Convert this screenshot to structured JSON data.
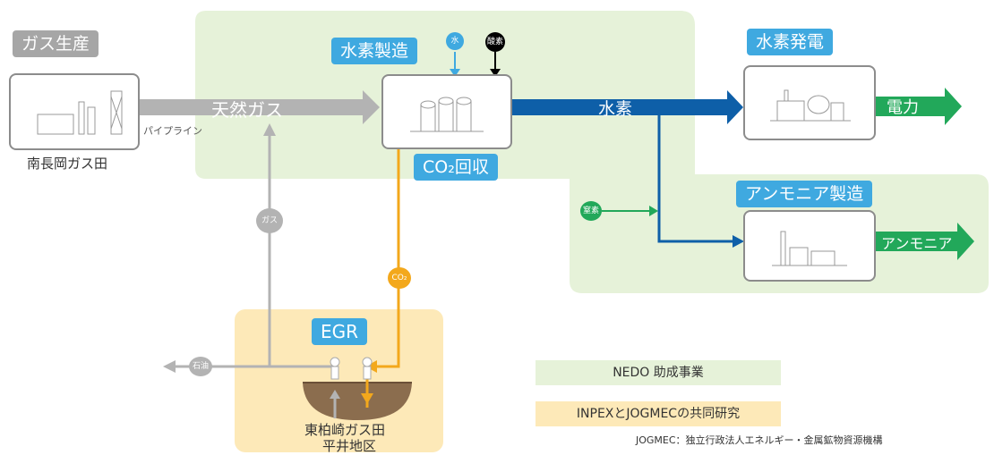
{
  "title_gas_production": "ガス生産",
  "field_minami_nagaoka": "南長岡ガス田",
  "pipeline_label": "パイプライン",
  "natural_gas_label": "天然ガス",
  "hydrogen_production": "水素製造",
  "water_label": "水",
  "oxygen_label": "酸素",
  "co2_capture": "CO₂回収",
  "hydrogen_label": "水素",
  "hydrogen_power": "水素発電",
  "electricity_label": "電力",
  "ammonia_production": "アンモニア製造",
  "nitrogen_label": "窒素",
  "ammonia_label": "アンモニア",
  "gas_label": "ガス",
  "co2_label": "CO₂",
  "oil_label": "石油",
  "egr_label": "EGR",
  "field_higashi_kashiwazaki_line1": "東柏崎ガス田",
  "field_higashi_kashiwazaki_line2": "平井地区",
  "legend_nedo": "NEDO 助成事業",
  "legend_inpex": "INPEXとJOGMECの共同研究",
  "footnote": "JOGMEC：独立行政法人エネルギー・金属鉱物資源機構",
  "colors": {
    "nedo_bg": "#e6f2d9",
    "egr_bg": "#fde9b8",
    "blue_tag": "#3fa9e0",
    "hydrogen_arrow": "#0e5fa8",
    "green_arrow": "#22a85a",
    "co2_line": "#f3a81c",
    "gas_gray": "#b3b3b3"
  }
}
